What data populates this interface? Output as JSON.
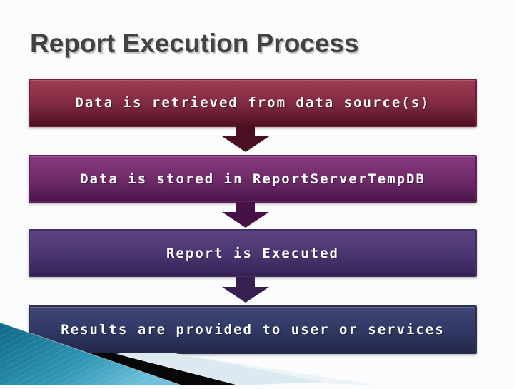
{
  "slide": {
    "title": "Report Execution Process",
    "title_color": "#424242",
    "steps": [
      {
        "label": "Data is retrieved from data source(s)",
        "top_color": "#9d3c53",
        "bottom_color": "#4f1123"
      },
      {
        "label": "Data is stored in ReportServerTempDB",
        "top_color": "#87397f",
        "bottom_color": "#4a154a"
      },
      {
        "label": "Report is Executed",
        "top_color": "#5c4584",
        "bottom_color": "#352355"
      },
      {
        "label": "Results are provided to user or services",
        "top_color": "#404778",
        "bottom_color": "#232849"
      }
    ],
    "arrows": [
      {
        "icon": "down-arrow-icon",
        "color": "#4a0f22"
      },
      {
        "icon": "down-arrow-icon",
        "color": "#471047"
      },
      {
        "icon": "down-arrow-icon",
        "color": "#372051"
      }
    ],
    "decoration": {
      "teal_swoosh_color_dark": "#0d6886",
      "teal_swoosh_color_light": "#6cc0da",
      "black_stripe_color": "#070707",
      "pale_stripe_color": "#dce9f1",
      "pale_stripe_faint_color": "#ecf4f8"
    }
  }
}
